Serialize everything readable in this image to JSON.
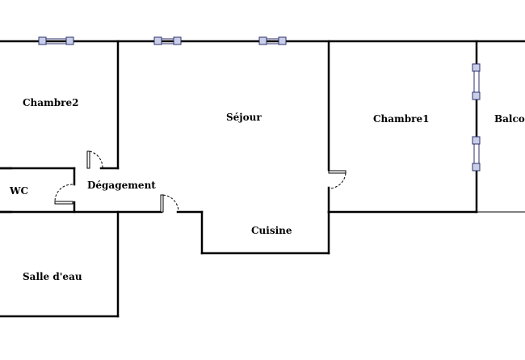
{
  "rooms": {
    "chambre2": "Chambre2",
    "sejour": "Séjour",
    "chambre1": "Chambre1",
    "balcon": "Balcon",
    "wc": "WC",
    "degagement": "Dégagement",
    "cuisine": "Cuisine",
    "salle_deau": "Salle d'eau"
  }
}
